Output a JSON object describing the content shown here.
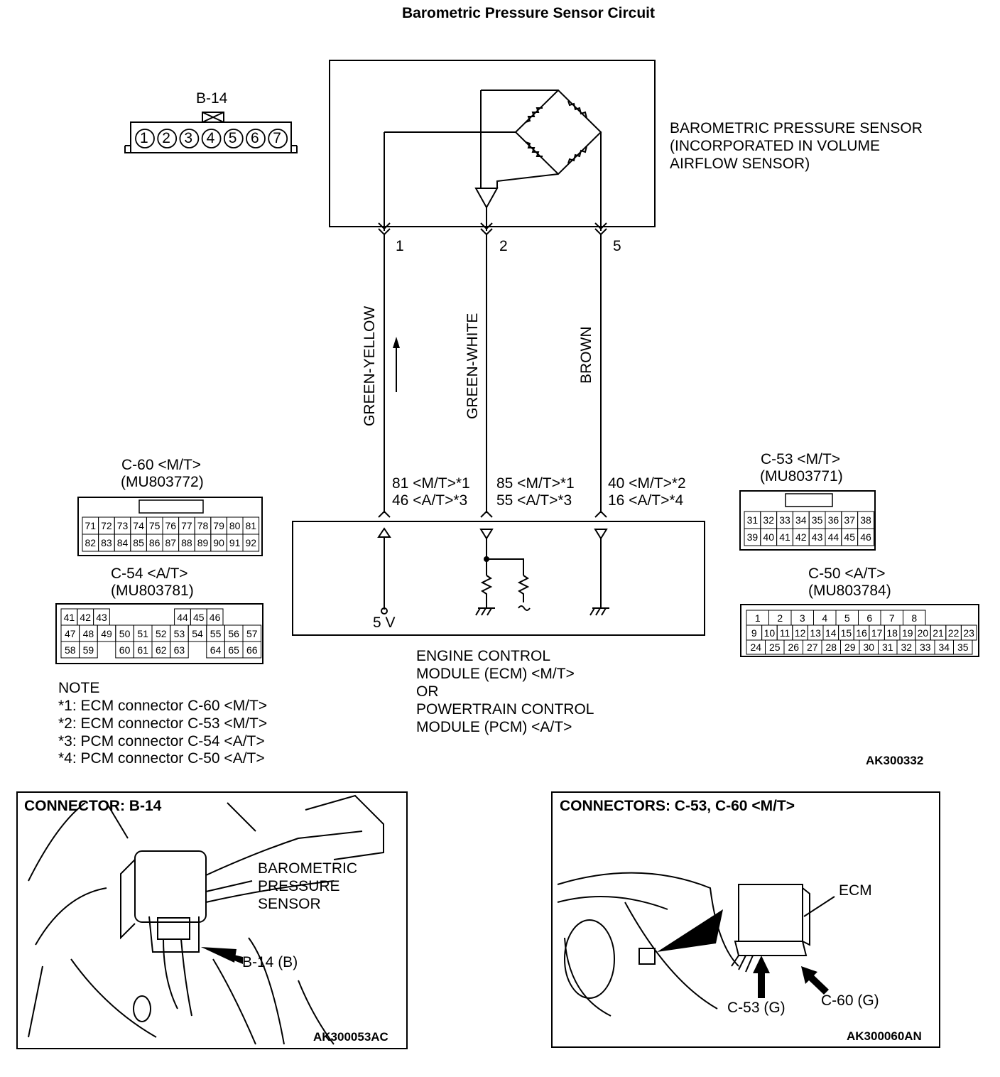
{
  "title": "Barometric Pressure Sensor Circuit",
  "sensor": {
    "label_lines": [
      "BAROMETRIC PRESSURE SENSOR",
      "(INCORPORATED IN VOLUME",
      "AIRFLOW SENSOR)"
    ],
    "pins": [
      "1",
      "2",
      "5"
    ]
  },
  "wires": [
    "GREEN-YELLOW",
    "GREEN-WHITE",
    "BROWN"
  ],
  "ecm_terminals": [
    [
      "81 <M/T>*1",
      "46 <A/T>*3"
    ],
    [
      "85 <M/T>*1",
      "55 <A/T>*3"
    ],
    [
      "40 <M/T>*2",
      "16 <A/T>*4"
    ]
  ],
  "ecm": {
    "voltage": "5 V",
    "label_lines": [
      "ENGINE CONTROL",
      "MODULE (ECM) <M/T>",
      "OR",
      "POWERTRAIN CONTROL",
      "MODULE (PCM) <A/T>"
    ]
  },
  "connectors": {
    "b14": {
      "name": "B-14",
      "pins": [
        "1",
        "2",
        "3",
        "4",
        "5",
        "6",
        "7"
      ]
    },
    "c60": {
      "name": "C-60 <M/T>",
      "part": "(MU803772)",
      "row1": [
        "71",
        "72",
        "73",
        "74",
        "75",
        "76",
        "77",
        "78",
        "79",
        "80",
        "81"
      ],
      "row2": [
        "82",
        "83",
        "84",
        "85",
        "86",
        "87",
        "88",
        "89",
        "90",
        "91",
        "92"
      ]
    },
    "c54": {
      "name": "C-54 <A/T>",
      "part": "(MU803781)",
      "row1": [
        "41",
        "42",
        "43",
        "",
        "",
        "",
        "",
        "44",
        "45",
        "46"
      ],
      "row2": [
        "47",
        "48",
        "49",
        "50",
        "51",
        "52",
        "53",
        "54",
        "55",
        "56",
        "57"
      ],
      "row3": [
        "58",
        "59",
        "",
        "60",
        "61",
        "62",
        "63",
        "",
        "64",
        "65",
        "66"
      ]
    },
    "c53": {
      "name": "C-53 <M/T>",
      "part": "(MU803771)",
      "row1": [
        "31",
        "32",
        "33",
        "34",
        "35",
        "36",
        "37",
        "38"
      ],
      "row2": [
        "39",
        "40",
        "41",
        "42",
        "43",
        "44",
        "45",
        "46"
      ]
    },
    "c50": {
      "name": "C-50 <A/T>",
      "part": "(MU803784)",
      "row1": [
        "1",
        "2",
        "3",
        "4",
        "5",
        "6",
        "7",
        "8"
      ],
      "row2": [
        "9",
        "10",
        "11",
        "12",
        "13",
        "14",
        "15",
        "16",
        "17",
        "18",
        "19",
        "20",
        "21",
        "22",
        "23"
      ],
      "row3": [
        "24",
        "25",
        "26",
        "27",
        "28",
        "29",
        "30",
        "31",
        "32",
        "33",
        "34",
        "35"
      ]
    }
  },
  "note": {
    "heading": "NOTE",
    "items": [
      "*1: ECM connector C-60 <M/T>",
      "*2: ECM connector C-53 <M/T>",
      "*3: PCM connector C-54 <A/T>",
      "*4: PCM connector C-50 <A/T>"
    ]
  },
  "figure_code_main": "AK300332",
  "panel_left": {
    "title": "CONNECTOR: B-14",
    "callout_lines": [
      "BAROMETRIC",
      "PRESSURE",
      "SENSOR"
    ],
    "arrow_label": "B-14 (B)",
    "code": "AK300053AC"
  },
  "panel_right": {
    "title": "CONNECTORS: C-53, C-60 <M/T>",
    "ecm_label": "ECM",
    "c53_label": "C-53 (G)",
    "c60_label": "C-60 (G)",
    "code": "AK300060AN"
  }
}
